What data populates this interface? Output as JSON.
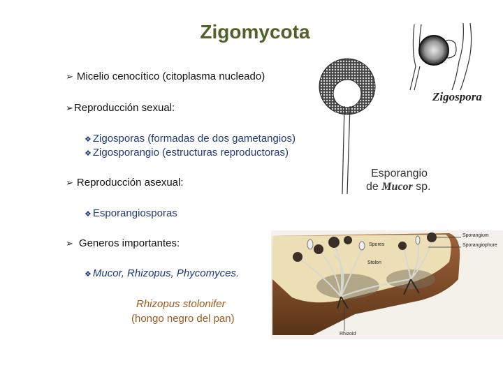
{
  "slide": {
    "title": "Zigomycota",
    "bullets": [
      {
        "level": 1,
        "marker": "➢",
        "text": "Micelio cenocítico (citoplasma nucleado)"
      },
      {
        "level": 1,
        "marker": "➢",
        "text": "Reproducción sexual:"
      },
      {
        "level": 2,
        "marker": "❖",
        "text": "Zigosporas (formadas de dos gametangios)"
      },
      {
        "level": 2,
        "marker": "❖",
        "text": "Zigosporangio (estructuras reproductoras)"
      },
      {
        "level": 1,
        "marker": "➢",
        "text": "Reproducción asexual:"
      },
      {
        "level": 2,
        "marker": "❖",
        "text": "Esporangiosporas"
      },
      {
        "level": 1,
        "marker": "➢",
        "text": "Generos importantes:"
      },
      {
        "level": 2,
        "marker": "❖",
        "text": "Mucor, Rhizopus, Phycomyces."
      }
    ],
    "caption": {
      "line1": "Rhizopus stolonifer",
      "line2": "(hongo negro del pan)"
    },
    "colors": {
      "title": "#4f6228",
      "level1": "#111111",
      "level2": "#1f3a7a",
      "caption": "#9c5a1c"
    }
  },
  "figures": {
    "zigospora": {
      "label": "Zigospora"
    },
    "esporangio": {
      "label_line1": "Esporangio",
      "label_prefix": "de ",
      "label_genus": "Mucor",
      "label_suffix": " sp."
    },
    "bread_mold": {
      "labels": {
        "sporangium": "Sporangium",
        "sporangiophore": "Sporangiophore",
        "spores": "Spores",
        "stolon": "Stolon",
        "rhizoid": "Rhizoid"
      }
    }
  }
}
